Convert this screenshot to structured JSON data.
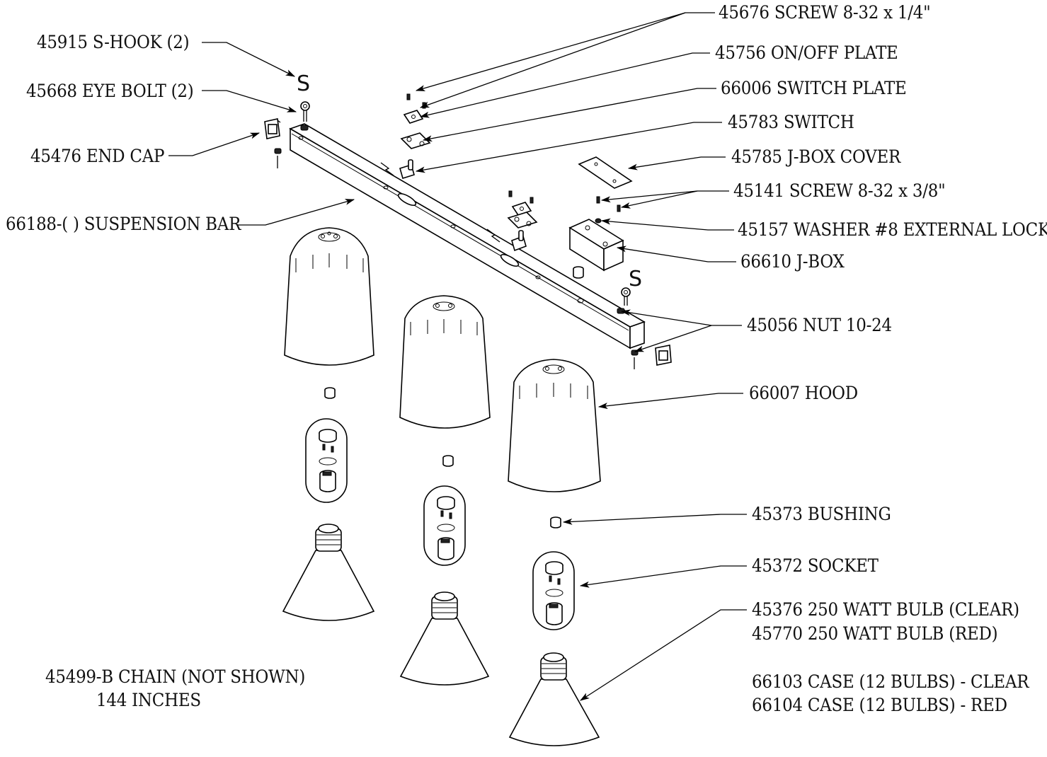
{
  "callouts": {
    "screw_8_32_1_4": "45676 SCREW 8-32 x 1/4\"",
    "on_off_plate": "45756 ON/OFF PLATE",
    "switch_plate": "66006 SWITCH PLATE",
    "switch": "45783 SWITCH",
    "jbox_cover": "45785 J-BOX COVER",
    "screw_8_32_3_8": "45141 SCREW 8-32 x 3/8\"",
    "washer": "45157 WASHER #8 EXTERNAL LOCK",
    "jbox": "66610 J-BOX",
    "nut": "45056 NUT 10-24",
    "hood": "66007 HOOD",
    "bushing": "45373 BUSHING",
    "socket": "45372 SOCKET",
    "bulb_clear": "45376 250 WATT BULB (CLEAR)",
    "bulb_red": "45770 250 WATT BULB (RED)",
    "case_clear": "66103 CASE (12 BULBS) - CLEAR",
    "case_red": "66104 CASE (12 BULBS) - RED",
    "s_hook": "45915 S-HOOK  (2)",
    "eye_bolt": "45668 EYE BOLT (2)",
    "end_cap": "45476 END CAP",
    "suspension_bar": "66188-( ) SUSPENSION BAR",
    "chain": "45499-B CHAIN (NOT SHOWN)",
    "chain_length": "144 INCHES"
  },
  "glyphs": {
    "s_hook_symbol": "S"
  }
}
